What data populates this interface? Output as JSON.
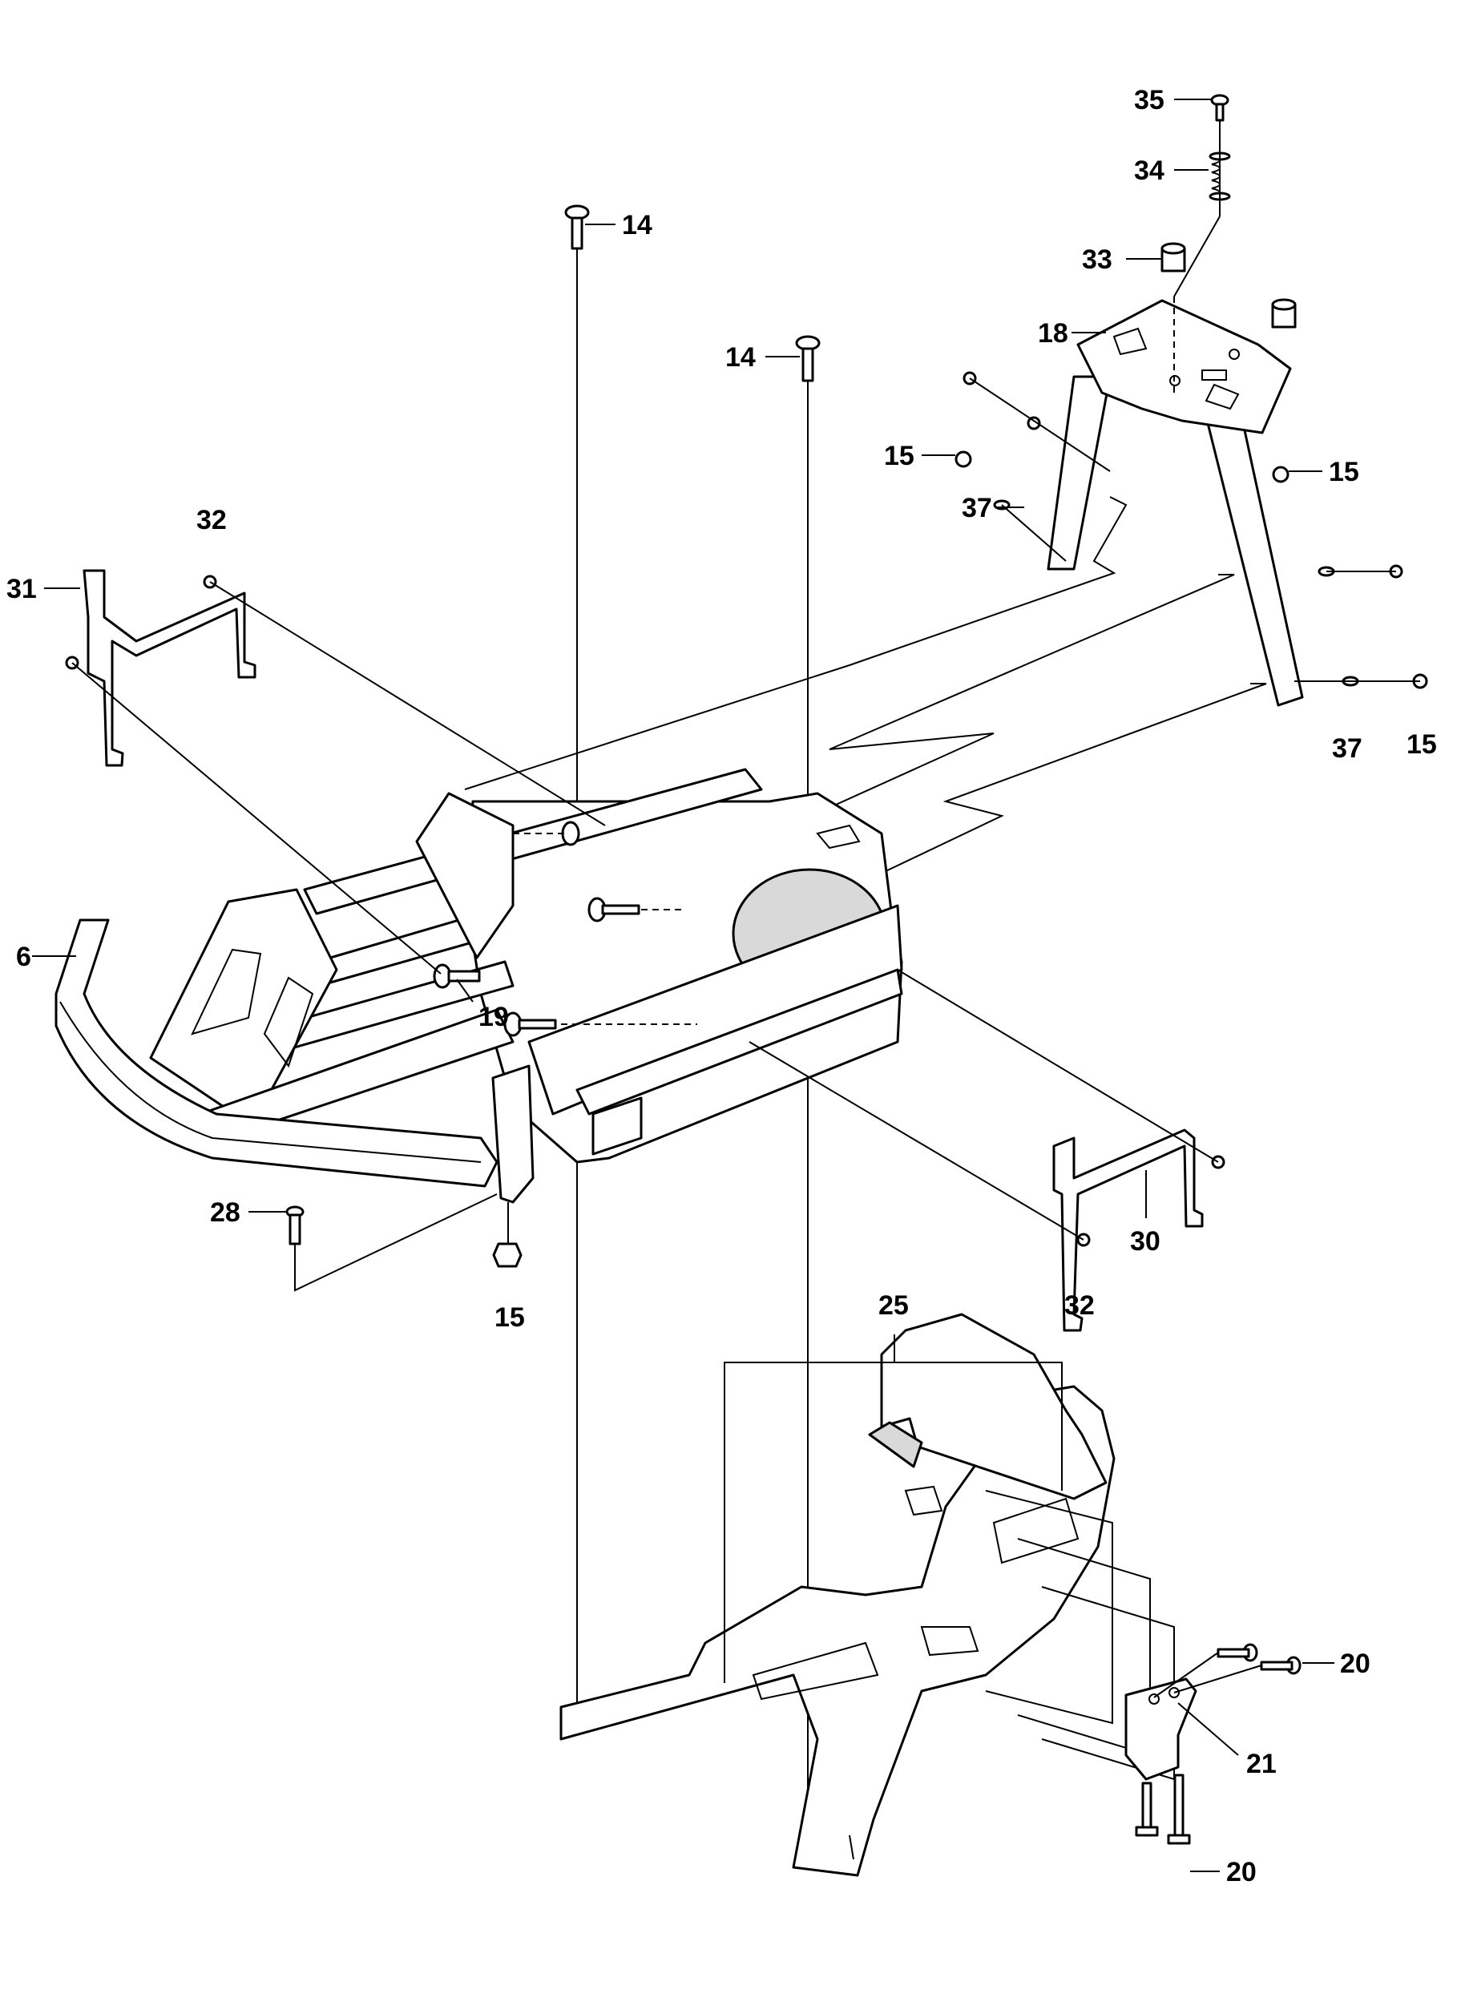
{
  "callouts": [
    {
      "id": "c35a",
      "label": "35"
    },
    {
      "id": "c34a",
      "label": "34"
    },
    {
      "id": "c14a",
      "label": "14"
    },
    {
      "id": "c33a",
      "label": "33"
    },
    {
      "id": "c14b",
      "label": "14"
    },
    {
      "id": "c18a",
      "label": "18"
    },
    {
      "id": "c15a",
      "label": "15"
    },
    {
      "id": "c15b",
      "label": "15"
    },
    {
      "id": "c37a",
      "label": "37"
    },
    {
      "id": "c32a",
      "label": "32"
    },
    {
      "id": "c31a",
      "label": "31"
    },
    {
      "id": "c37b",
      "label": "37"
    },
    {
      "id": "c15c",
      "label": "15"
    },
    {
      "id": "c6a",
      "label": "6"
    },
    {
      "id": "c19a",
      "label": "19"
    },
    {
      "id": "c28a",
      "label": "28"
    },
    {
      "id": "c30a",
      "label": "30"
    },
    {
      "id": "c32b",
      "label": "32"
    },
    {
      "id": "c15d",
      "label": "15"
    },
    {
      "id": "c25a",
      "label": "25"
    },
    {
      "id": "c20a",
      "label": "20"
    },
    {
      "id": "c21a",
      "label": "21"
    },
    {
      "id": "c20b",
      "label": "20"
    }
  ]
}
